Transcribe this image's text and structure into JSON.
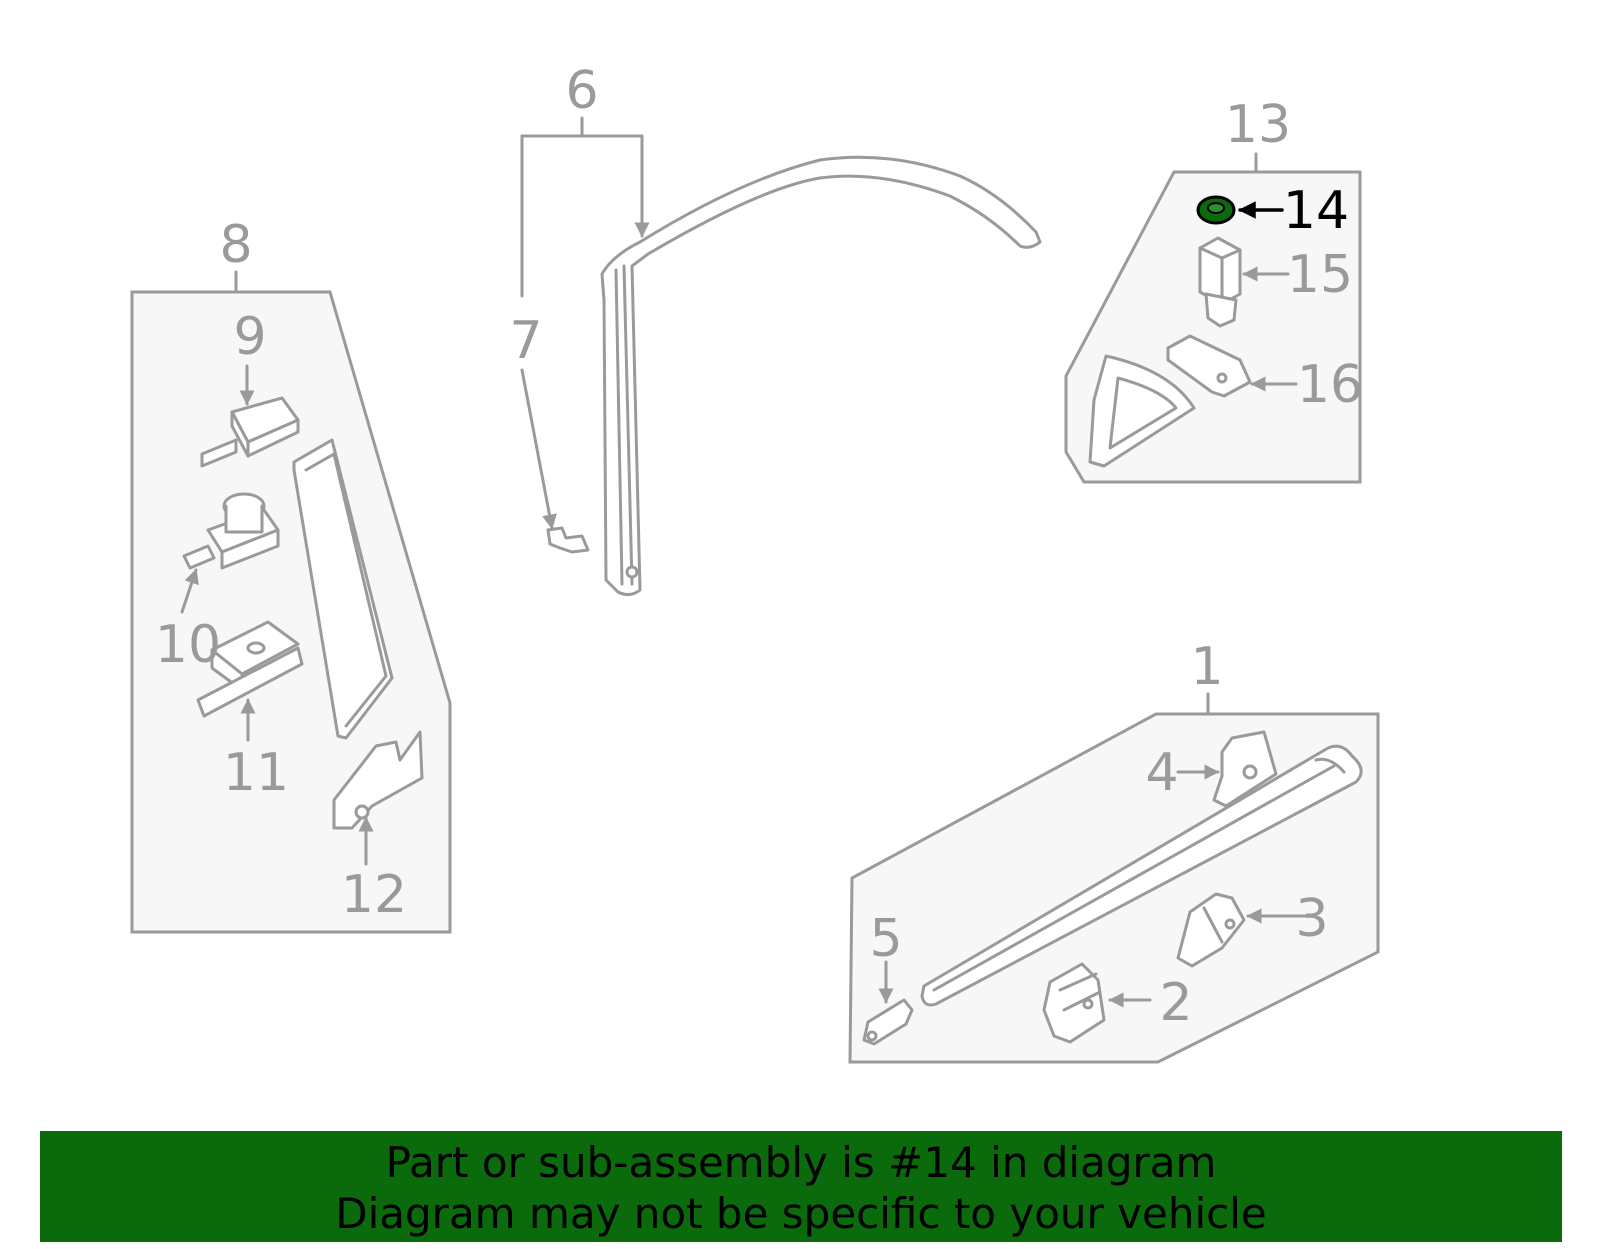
{
  "callouts": {
    "c1": "1",
    "c2": "2",
    "c3": "3",
    "c4": "4",
    "c5": "5",
    "c6": "6",
    "c7": "7",
    "c8": "8",
    "c9": "9",
    "c10": "10",
    "c11": "11",
    "c12": "12",
    "c13": "13",
    "c14": "14",
    "c15": "15",
    "c16": "16"
  },
  "highlight": {
    "part": "14",
    "color": "#0b6a0b"
  },
  "banner": {
    "line1": "Part or sub-assembly is #14 in diagram",
    "line2": "Diagram may not be specific to your vehicle",
    "background": "#0b6a0b"
  }
}
